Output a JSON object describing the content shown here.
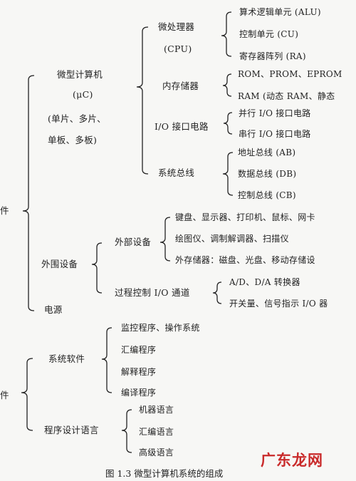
{
  "diagram": {
    "left_labels": {
      "hardware_suffix": "件",
      "software_suffix": "件"
    },
    "microcomputer": {
      "title": "微型计算机",
      "abbr": "(μC)",
      "variants_1": "(单片、多片、",
      "variants_2": "单板、多板)",
      "cpu": {
        "label_1": "微处理器",
        "label_2": "(CPU)",
        "items": [
          "算术逻辑单元 (ALU)",
          "控制单元 (CU)",
          "寄存器阵列 (RA)"
        ]
      },
      "memory": {
        "label": "内存储器",
        "items": [
          "ROM、PROM、EPROM",
          "RAM (动态 RAM、静态"
        ]
      },
      "io": {
        "label": "I/O 接口电路",
        "items": [
          "并行 I/O 接口电路",
          "串行 I/O 接口电路"
        ]
      },
      "bus": {
        "label": "系统总线",
        "items": [
          "地址总线 (AB)",
          "数据总线 (DB)",
          "控制总线 (CB)"
        ]
      }
    },
    "peripherals": {
      "title": "外围设备",
      "external": {
        "label": "外部设备",
        "items": [
          "键盘、显示器、打印机、鼠标、网卡",
          "绘图仪、调制解调器、扫描仪",
          "外存储器：磁盘、光盘、移动存储设"
        ]
      },
      "process": {
        "label": "过程控制 I/O 通道",
        "items": [
          "A/D、D/A 转换器",
          "开关量、信号指示 I/O 器"
        ]
      }
    },
    "power": "电源",
    "system_software": {
      "label": "系统软件",
      "items": [
        "监控程序、操作系统",
        "汇编程序",
        "解释程序",
        "编译程序"
      ]
    },
    "languages": {
      "label": "程序设计语言",
      "items": [
        "机器语言",
        "汇编语言",
        "高级语言"
      ]
    }
  },
  "caption": "图 1.3   微型计算机系统的组成",
  "watermark": "广东龙网"
}
